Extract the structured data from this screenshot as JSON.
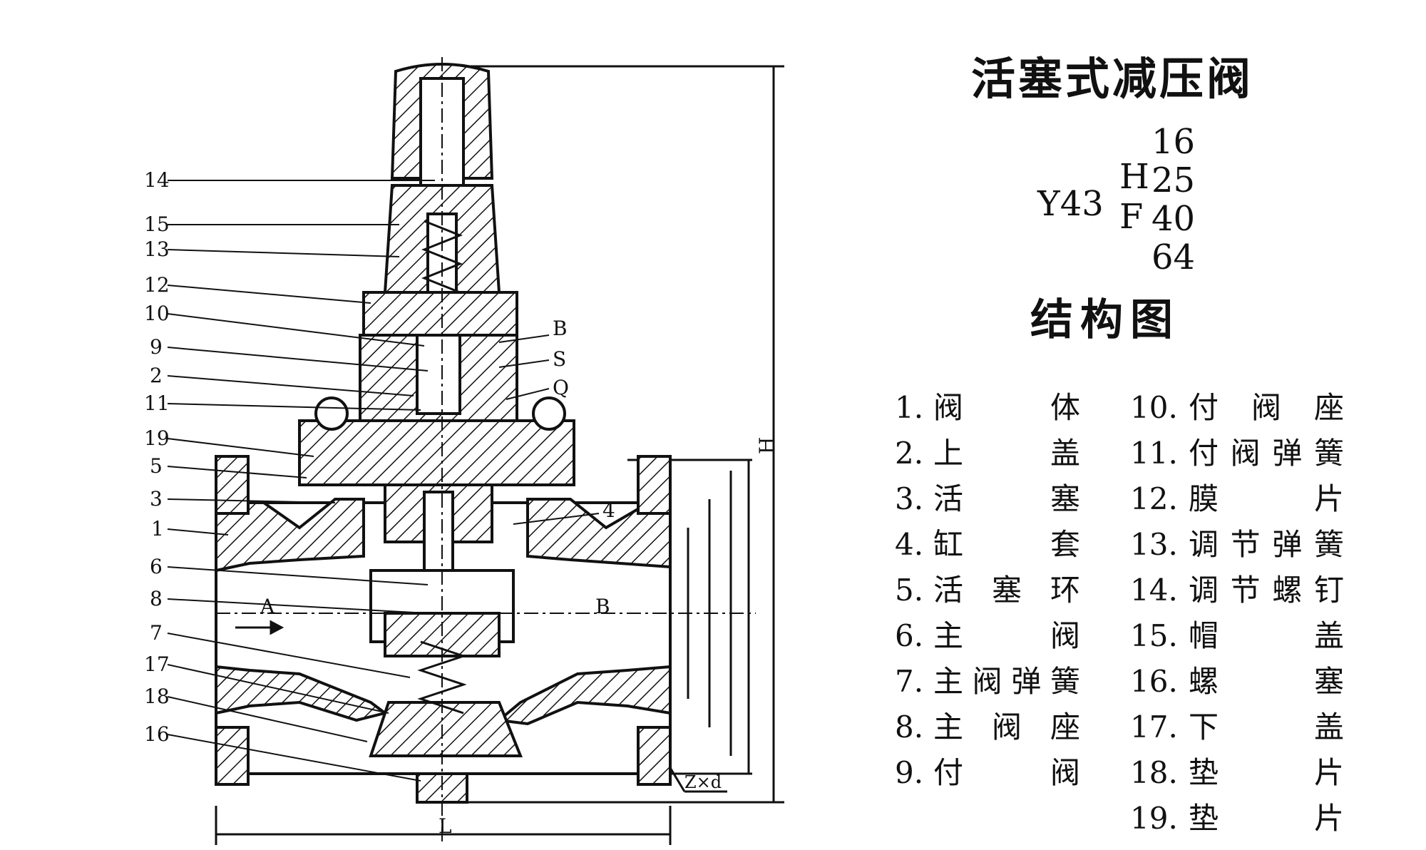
{
  "title": "活塞式减压阀",
  "model": {
    "prefix": "Y43",
    "letters": [
      "H",
      "F"
    ],
    "ratings": [
      "16",
      "25",
      "40",
      "64"
    ]
  },
  "subtitle": "结构图",
  "parts_left": [
    {
      "num": "1.",
      "name": "阀体"
    },
    {
      "num": "2.",
      "name": "上盖"
    },
    {
      "num": "3.",
      "name": "活塞"
    },
    {
      "num": "4.",
      "name": "缸套"
    },
    {
      "num": "5.",
      "name": "活塞环"
    },
    {
      "num": "6.",
      "name": "主阀"
    },
    {
      "num": "7.",
      "name": "主阀弹簧"
    },
    {
      "num": "8.",
      "name": "主阀座"
    },
    {
      "num": "9.",
      "name": "付阀"
    }
  ],
  "parts_right": [
    {
      "num": "10.",
      "name": "付阀座"
    },
    {
      "num": "11.",
      "name": "付阀弹簧"
    },
    {
      "num": "12.",
      "name": "膜片"
    },
    {
      "num": "13.",
      "name": "调节弹簧"
    },
    {
      "num": "14.",
      "name": "调节螺钉"
    },
    {
      "num": "15.",
      "name": "帽盖"
    },
    {
      "num": "16.",
      "name": "螺塞"
    },
    {
      "num": "17.",
      "name": "下盖"
    },
    {
      "num": "18.",
      "name": "垫片"
    },
    {
      "num": "19.",
      "name": "垫片"
    }
  ],
  "drawing": {
    "leader_numbers": [
      "14",
      "15",
      "13",
      "12",
      "10",
      "9",
      "2",
      "11",
      "19",
      "5",
      "3",
      "1",
      "6",
      "8",
      "7",
      "17",
      "18",
      "16"
    ],
    "right_letters": [
      "B",
      "S",
      "Q"
    ],
    "part_four": "4",
    "flow_in": "A",
    "flow_out": "B",
    "dim_height": "H",
    "dim_length": "L",
    "dim_holes": "Z×d"
  }
}
